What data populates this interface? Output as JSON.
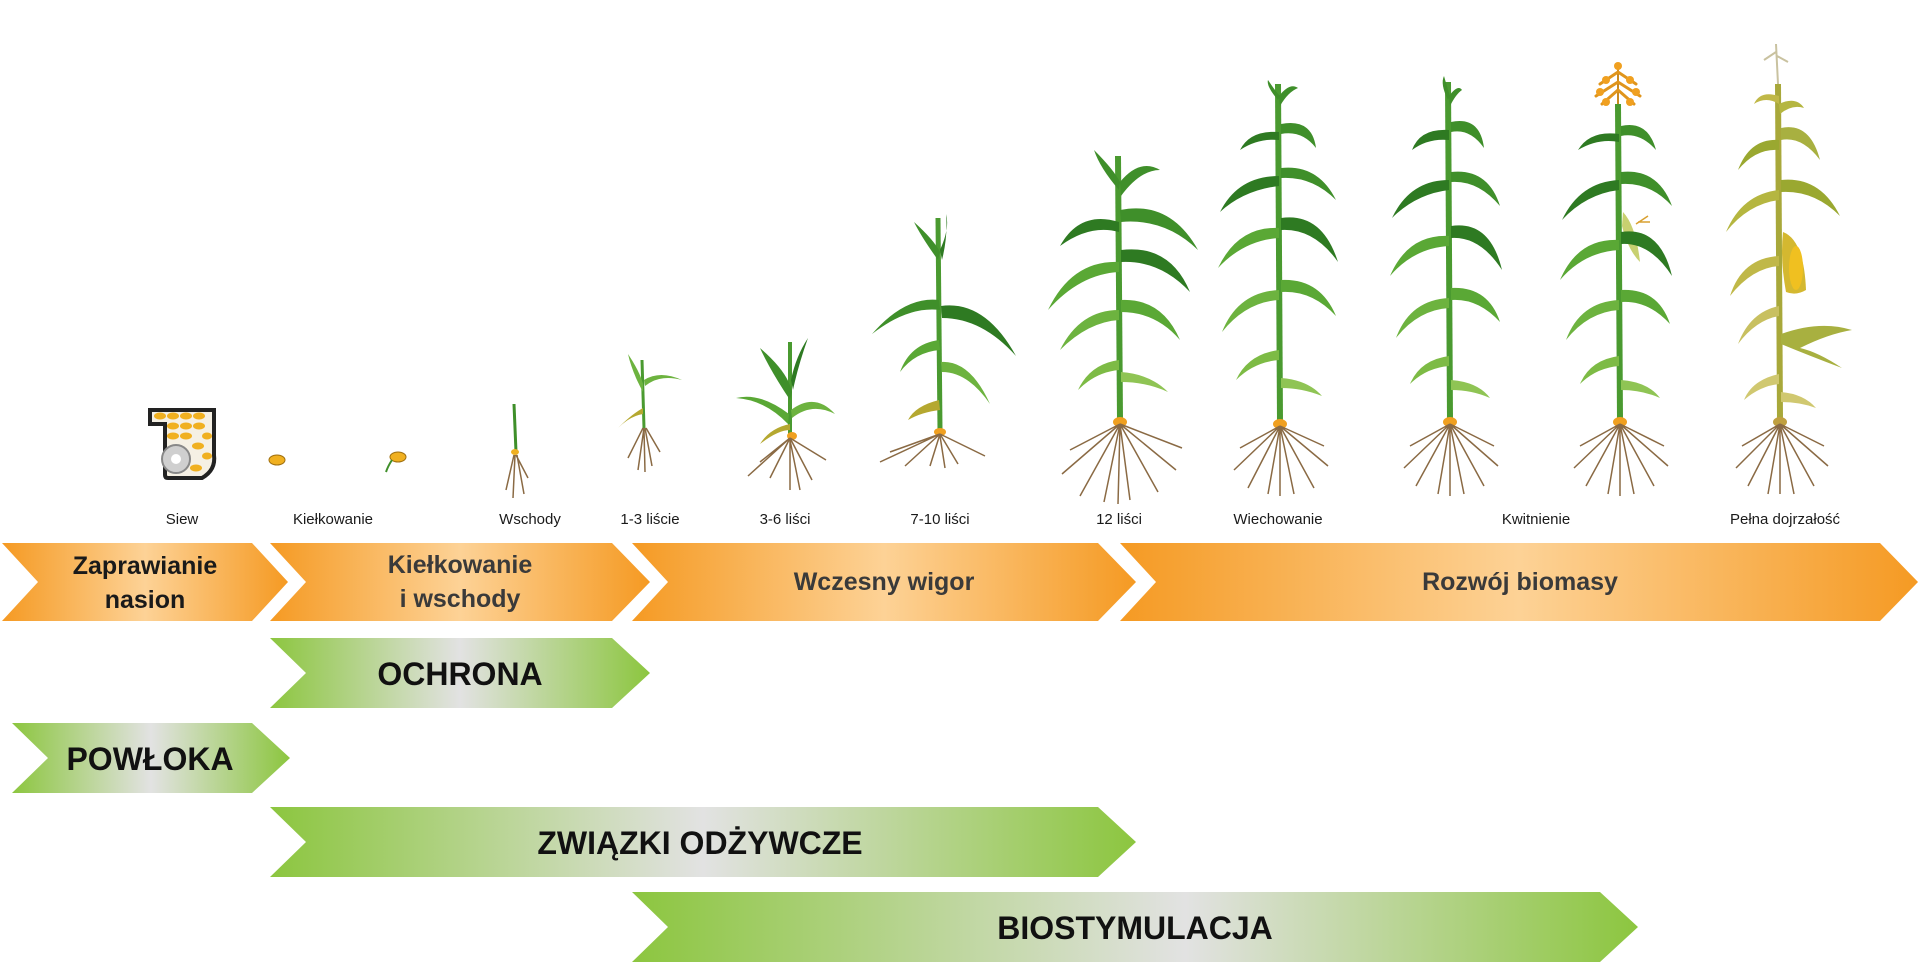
{
  "stages": [
    {
      "label": "Siew"
    },
    {
      "label": "Kiełkowanie"
    },
    {
      "label": "Wschody"
    },
    {
      "label": "1-3 liście"
    },
    {
      "label": "3-6  liści"
    },
    {
      "label": "7-10  liści"
    },
    {
      "label": "12  liści"
    },
    {
      "label": "Wiechowanie"
    },
    {
      "label": "Kwitnienie"
    },
    {
      "label": "Pełna dojrzałość"
    }
  ],
  "phases": [
    {
      "line1": "Zaprawianie",
      "line2": "nasion"
    },
    {
      "line1": "Kiełkowanie",
      "line2": "i wschody"
    },
    {
      "line1": "Wczesny wigor",
      "line2": ""
    },
    {
      "line1": "Rozwój biomasy",
      "line2": ""
    }
  ],
  "products": [
    {
      "label": "OCHRONA"
    },
    {
      "label": "POWŁOKA"
    },
    {
      "label": "ZWIĄZKI ODŻYWCZE"
    },
    {
      "label": "BIOSTYMULACJA"
    }
  ],
  "colors": {
    "orange": "#f59a23",
    "orange_light": "#fdd296",
    "green": "#8cc63f",
    "green_light": "#e0e0e0",
    "leaf": "#3f8f2a",
    "leaf_light": "#6db33f",
    "root": "#8a6a44",
    "tassel": "#f0a020",
    "mature_leaf": "#b5b640"
  }
}
